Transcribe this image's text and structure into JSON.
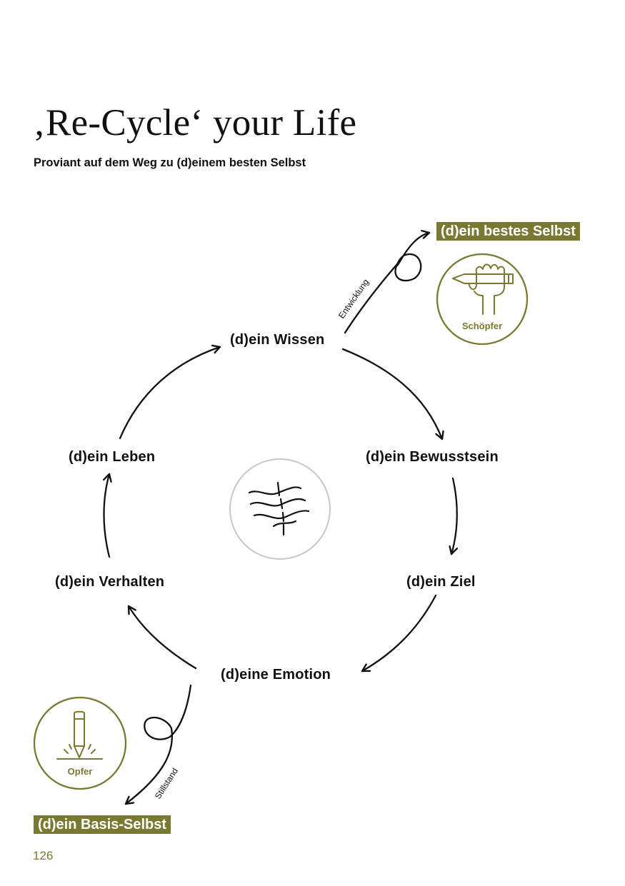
{
  "page": {
    "title": "‚Re-Cycle‘ your Life",
    "subtitle": "Proviant auf dem Weg zu (d)einem besten Selbst",
    "page_number": "126"
  },
  "colors": {
    "accent": "#7a7931",
    "text": "#111111",
    "center_circle": "#c8c8c8"
  },
  "cycle": {
    "nodes": [
      {
        "label": "(d)ein Wissen"
      },
      {
        "label": "(d)ein Bewusstsein"
      },
      {
        "label": "(d)ein Ziel"
      },
      {
        "label": "(d)eine Emotion"
      },
      {
        "label": "(d)ein Verhalten"
      },
      {
        "label": "(d)ein Leben"
      }
    ],
    "center_icon": "tangled-lines-icon"
  },
  "upward": {
    "badge": "(d)ein bestes Selbst",
    "edge_label": "Entwicklung",
    "role": "Schöpfer",
    "icon": "fist-holding-pencil-icon"
  },
  "downward": {
    "badge": "(d)ein Basis-Selbst",
    "edge_label": "Stillstand",
    "role": "Opfer",
    "icon": "standing-pencil-icon"
  }
}
